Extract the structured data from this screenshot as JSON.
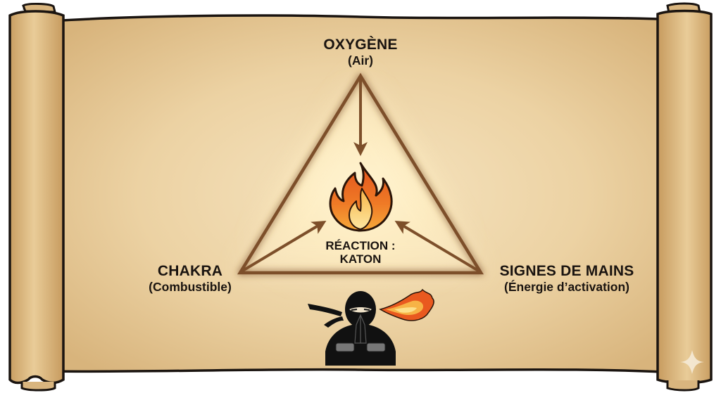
{
  "diagram": {
    "type": "fire-triangle",
    "background": "parchment-scroll",
    "vertices": {
      "top": {
        "title": "OXYGÈNE",
        "subtitle": "(Air)"
      },
      "left": {
        "title": "CHAKRA",
        "subtitle": "(Combustible)"
      },
      "right": {
        "title": "SIGNES DE MAINS",
        "subtitle": "(Énergie d’activation)"
      }
    },
    "center": {
      "line1": "RÉACTION :",
      "line2": "KATON",
      "icon": "fire-icon"
    },
    "bottom_figure": {
      "icon": "ninja-breathing-fire-icon"
    },
    "corner_mark": {
      "icon": "sparkle-icon"
    }
  },
  "colors": {
    "parchment_light": "#f3dfb8",
    "parchment_mid": "#e6c590",
    "parchment_dark": "#c99e62",
    "outline": "#1a1410",
    "triangle_stroke": "#7d4f2a",
    "glow": "#fff3c0",
    "flame_outer": "#e2521c",
    "flame_inner": "#f6a93a",
    "flame_core": "#fde08a"
  }
}
